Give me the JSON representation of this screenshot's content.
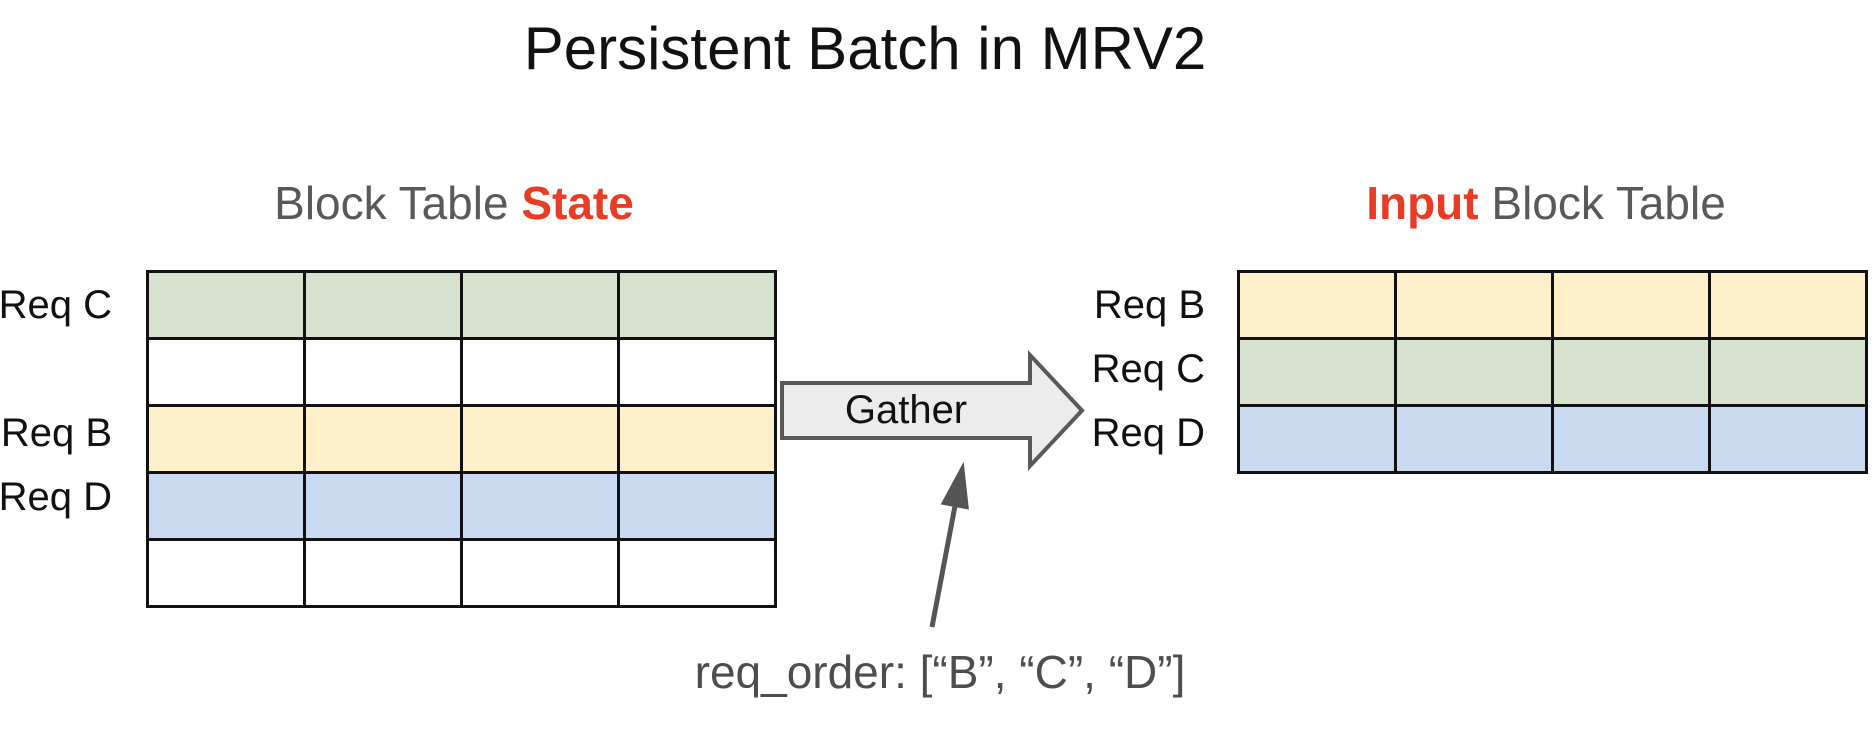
{
  "title": "Persistent Batch in MRV2",
  "left_table": {
    "heading_normal": "Block Table ",
    "heading_highlight": "State",
    "columns": 4,
    "rows": [
      {
        "label": "Req C",
        "color": "green"
      },
      {
        "label": "",
        "color": "white"
      },
      {
        "label": "Req B",
        "color": "yellow"
      },
      {
        "label": "Req D",
        "color": "blue"
      },
      {
        "label": "",
        "color": "white"
      }
    ]
  },
  "right_table": {
    "heading_highlight": "Input",
    "heading_normal": " Block Table",
    "columns": 4,
    "rows": [
      {
        "label": "Req B",
        "color": "yellow"
      },
      {
        "label": "Req C",
        "color": "green"
      },
      {
        "label": "Req D",
        "color": "blue"
      }
    ]
  },
  "gather_arrow": {
    "label": "Gather"
  },
  "annotation": {
    "req_order": "req_order: [“B”, “C”, “D”]"
  },
  "colors": {
    "green": "#d7e2ce",
    "yellow": "#fdf0ca",
    "blue": "#c9d9ef",
    "white": "#ffffff",
    "red_accent": "#e93c25",
    "gray_text": "#595959",
    "annotation_text": "#4d4d4d",
    "arrow_fill": "#ececec",
    "arrow_stroke": "#595959",
    "table_border": "#111111"
  }
}
